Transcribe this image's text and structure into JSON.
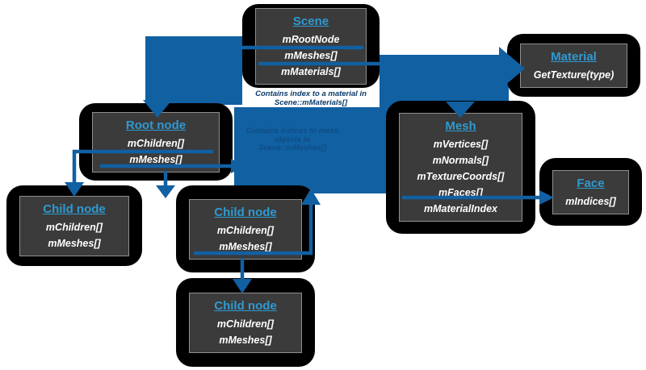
{
  "colors": {
    "arrow_blue": "#1160a2",
    "node_title_blue": "#2e9ad2",
    "box_background": "#3b3b3b",
    "box_outer_black": "#000000",
    "member_text_white": "#ffffff",
    "annotation_dark": "#0b3a6b",
    "annotation_faint": "#0e4d86",
    "page_background": "#ffffff"
  },
  "nodes": {
    "scene": {
      "title": "Scene",
      "members": [
        "mRootNode",
        "mMeshes[]",
        "mMaterials[]"
      ]
    },
    "material": {
      "title": "Material",
      "members": [
        "GetTexture(type)"
      ]
    },
    "root_node": {
      "title": "Root node",
      "members": [
        "mChildren[]",
        "mMeshes[]"
      ]
    },
    "mesh": {
      "title": "Mesh",
      "members": [
        "mVertices[]",
        "mNormals[]",
        "mTextureCoords[]",
        "mFaces[]",
        "mMaterialIndex"
      ]
    },
    "face": {
      "title": "Face",
      "members": [
        "mIndices[]"
      ]
    },
    "child_node_1": {
      "title": "Child node",
      "members": [
        "mChildren[]",
        "mMeshes[]"
      ]
    },
    "child_node_2": {
      "title": "Child node",
      "members": [
        "mChildren[]",
        "mMeshes[]"
      ]
    },
    "child_node_3": {
      "title": "Child node",
      "members": [
        "mChildren[]",
        "mMeshes[]"
      ]
    }
  },
  "annotations": {
    "material_note": "Contains index to a material in Scene::mMaterials[]",
    "mesh_note": "Contains indices to mesh objects in Scene::mMeshes[]"
  }
}
